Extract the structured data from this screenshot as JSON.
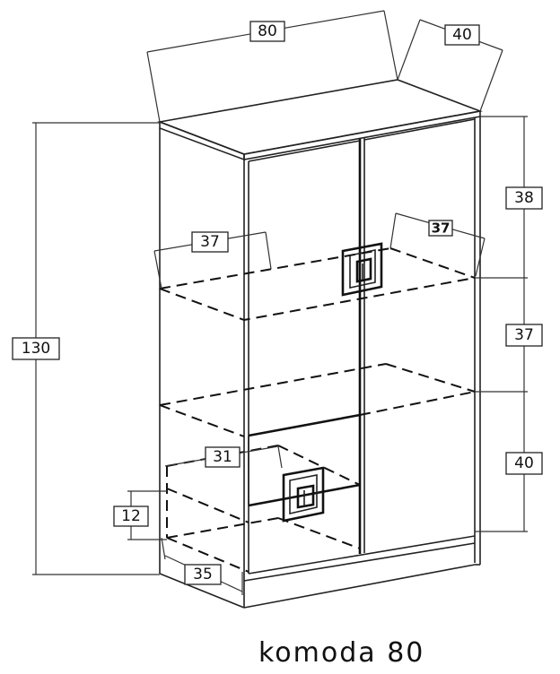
{
  "caption": "komoda 80",
  "dimensions": {
    "width": "80",
    "depth": "40",
    "height_total": "130",
    "upper_section": "38",
    "middle_section": "37",
    "lower_section": "40",
    "upper_shelf_depth_left": "37",
    "upper_shelf_depth_right": "37",
    "drawer_depth": "31",
    "drawer_height": "12",
    "bottom_depth": "35"
  }
}
